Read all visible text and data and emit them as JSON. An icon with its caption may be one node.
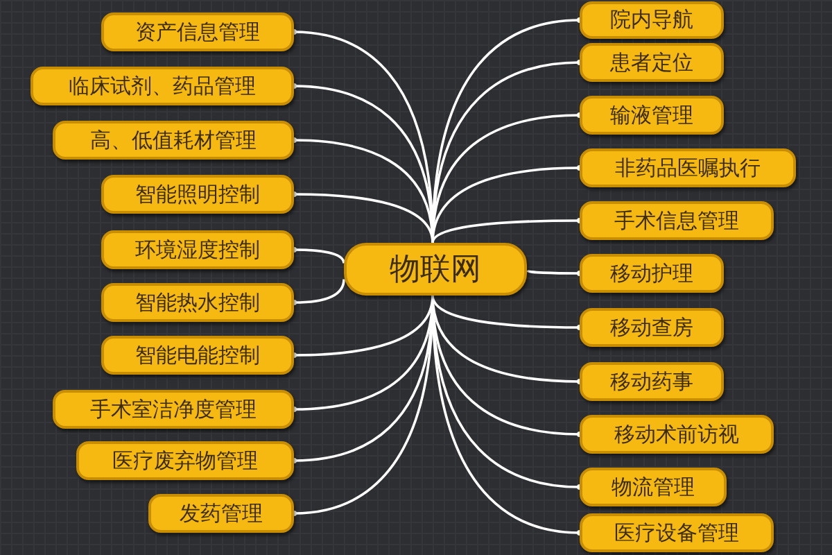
{
  "diagram": {
    "nodes": [
      {
        "text": [
          "物联网"
        ]
      },
      {
        "text": [
          "资产信息管理"
        ]
      },
      {
        "text": [
          "临床试剂、药品管理"
        ]
      },
      {
        "text": [
          "高、低值耗材管理"
        ]
      },
      {
        "text": [
          "智能照明控制"
        ]
      },
      {
        "text": [
          "环境湿度控制"
        ]
      },
      {
        "text": [
          "智能热水控制"
        ]
      },
      {
        "text": [
          "智能电能控制"
        ]
      },
      {
        "text": [
          "手术室洁净度管理"
        ]
      },
      {
        "text": [
          "医疗废弃物管理"
        ]
      },
      {
        "text": [
          "发药管理"
        ]
      },
      {
        "text": [
          "院内导航"
        ]
      },
      {
        "text": [
          "患者定位"
        ]
      },
      {
        "text": [
          "输液管理"
        ]
      },
      {
        "text": [
          "非药品医嘱执行"
        ]
      },
      {
        "text": [
          "手术信息管理"
        ]
      },
      {
        "text": [
          "移动护理"
        ]
      },
      {
        "text": [
          "移动查房"
        ]
      },
      {
        "text": [
          "移动药事"
        ]
      },
      {
        "text": [
          "移动术前访视"
        ]
      },
      {
        "text": [
          "物流管理"
        ]
      },
      {
        "text": [
          "医疗设备管理"
        ]
      }
    ],
    "edges": [
      {
        "from": 0,
        "to": 1,
        "arrow": "other"
      },
      {
        "from": 0,
        "to": 2,
        "arrow": "other"
      },
      {
        "from": 0,
        "to": 3,
        "arrow": "other"
      },
      {
        "from": 0,
        "to": 4,
        "arrow": "other"
      },
      {
        "from": 0,
        "to": 5,
        "arrow": "other"
      },
      {
        "from": 0,
        "to": 6,
        "arrow": "other"
      },
      {
        "from": 0,
        "to": 7,
        "arrow": "other"
      },
      {
        "from": 0,
        "to": 8,
        "arrow": "other"
      },
      {
        "from": 0,
        "to": 9,
        "arrow": "other"
      },
      {
        "from": 0,
        "to": 10,
        "arrow": "other"
      },
      {
        "from": 0,
        "to": 11,
        "arrow": "other"
      },
      {
        "from": 0,
        "to": 12,
        "arrow": "other"
      },
      {
        "from": 0,
        "to": 13,
        "arrow": "other"
      },
      {
        "from": 0,
        "to": 14,
        "arrow": "other"
      },
      {
        "from": 0,
        "to": 15,
        "arrow": "other"
      },
      {
        "from": 0,
        "to": 16,
        "arrow": "other"
      },
      {
        "from": 0,
        "to": 17,
        "arrow": "other"
      },
      {
        "from": 0,
        "to": 18,
        "arrow": "other"
      },
      {
        "from": 0,
        "to": 19,
        "arrow": "other"
      },
      {
        "from": 0,
        "to": 20,
        "arrow": "other"
      },
      {
        "from": 0,
        "to": 21,
        "arrow": "other"
      }
    ]
  }
}
